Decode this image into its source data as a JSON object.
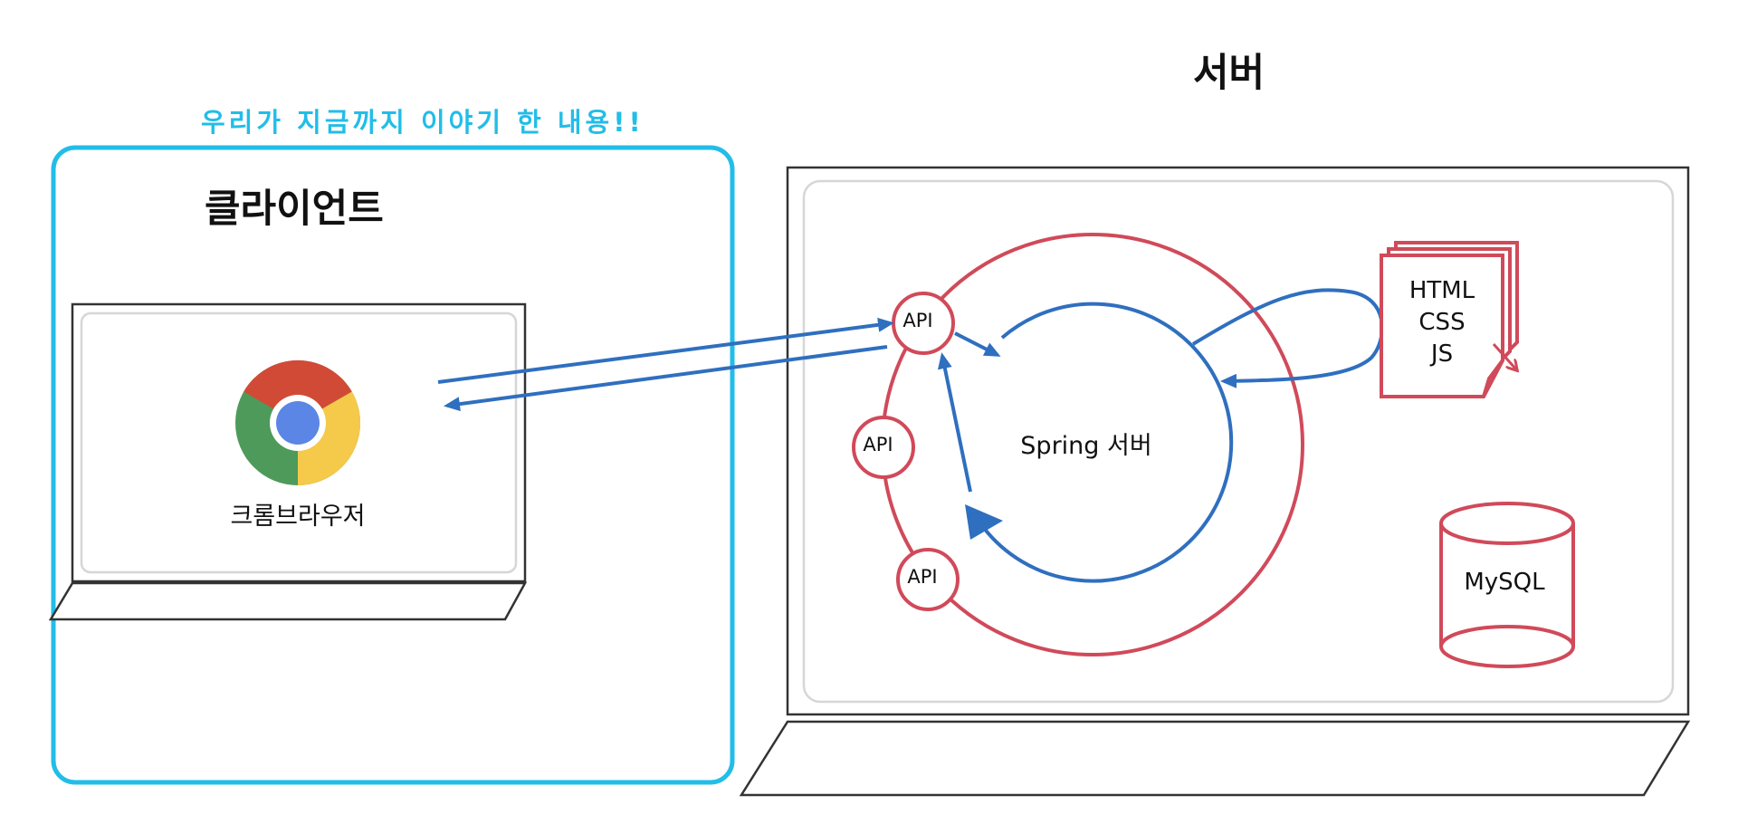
{
  "note": "우리가 지금까지 이야기 한 내용!!",
  "client": {
    "title": "클라이언트",
    "browser_label": "크롬브라우저",
    "browser_icon": "chrome-logo"
  },
  "server": {
    "title": "서버",
    "spring_label": "Spring 서버",
    "api_labels": [
      "API",
      "API",
      "API"
    ],
    "static_files": [
      "HTML",
      "CSS",
      "JS"
    ],
    "database_label": "MySQL"
  },
  "colors": {
    "highlight": "#22bde8",
    "server_ring": "#d04a5a",
    "flow": "#2f6fbf",
    "frame": "#333333",
    "inner_panel": "#d6d6d6"
  }
}
